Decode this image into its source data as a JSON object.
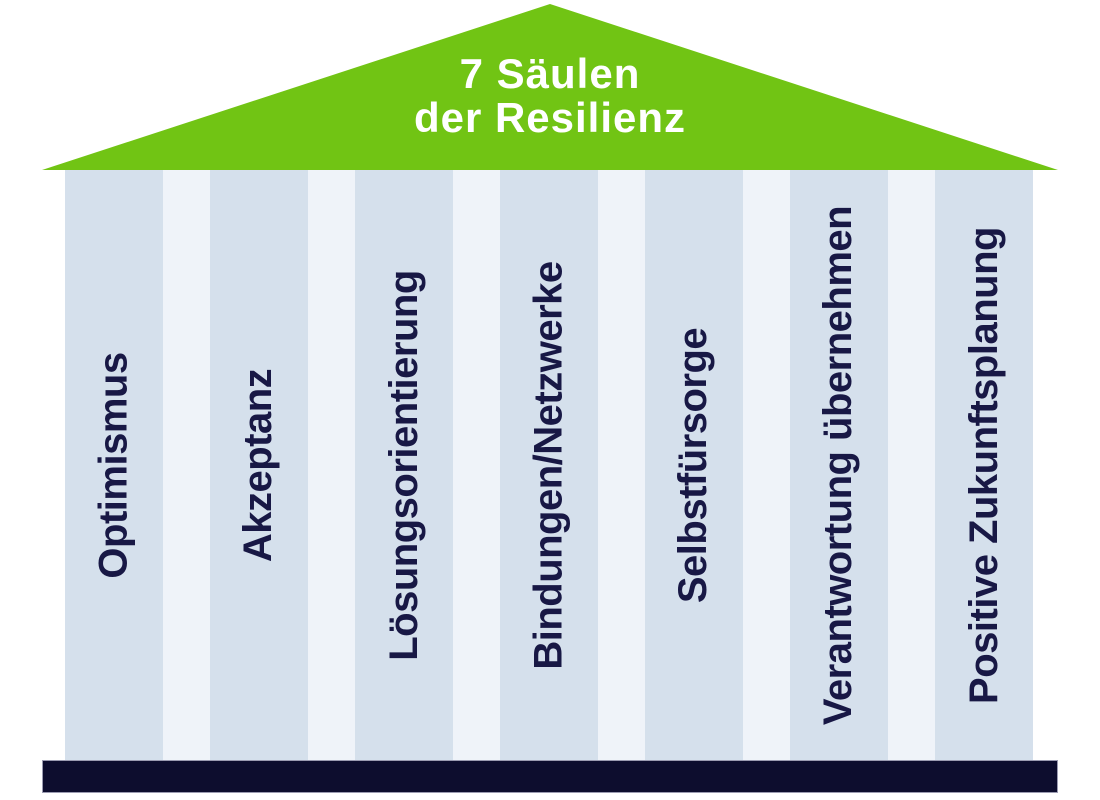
{
  "title": {
    "line1": "7 Säulen",
    "line2": "der Resilienz"
  },
  "pillars": [
    {
      "label": "Optimismus"
    },
    {
      "label": "Akzeptanz"
    },
    {
      "label": "Lösungsorientierung"
    },
    {
      "label": "Bindungen/Netzwerke"
    },
    {
      "label": "Selbstfürsorge"
    },
    {
      "label": "Verantwortung übernehmen"
    },
    {
      "label": "Positive Zukunftsplanung"
    }
  ],
  "colors": {
    "roof_green": "#71c414",
    "pillar_fill": "#d5e0ec",
    "wall_fill": "#eff3f9",
    "label_navy": "#181845",
    "base_navy": "#0d0d2e",
    "base_border": "#9b9bb1",
    "title_white": "#ffffff",
    "background": "#ffffff"
  }
}
